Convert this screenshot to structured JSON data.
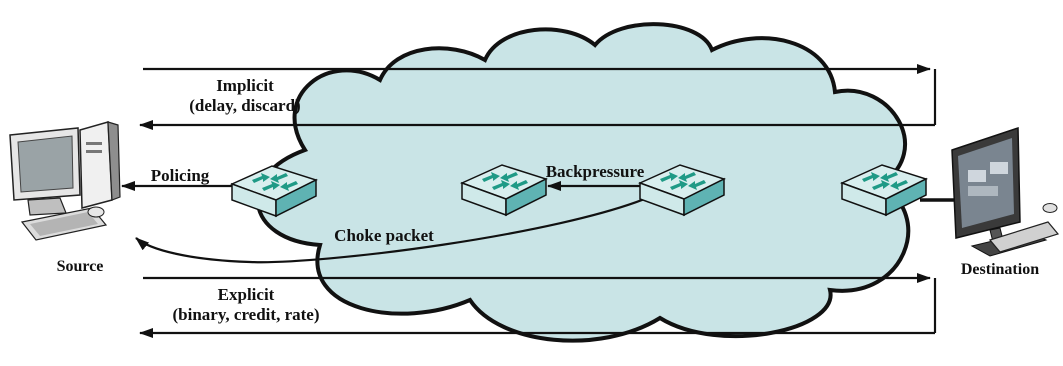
{
  "labels": {
    "implicit": "Implicit",
    "implicit_sub": "(delay, discard)",
    "policing": "Policing",
    "backpressure": "Backpressure",
    "choke_packet": "Choke packet",
    "source": "Source",
    "destination": "Destination",
    "explicit": "Explicit",
    "explicit_sub": "(binary, credit, rate)"
  },
  "colors": {
    "cloud_fill": "#c9e4e6",
    "switch_top": "#d8eeee",
    "switch_side": "#5fb3b3",
    "arrow_green": "#1f9a86",
    "line": "#111111"
  },
  "icons": {
    "source": "desktop-computer-icon",
    "destination": "monitor-workstation-icon",
    "switch": "network-switch-icon"
  }
}
